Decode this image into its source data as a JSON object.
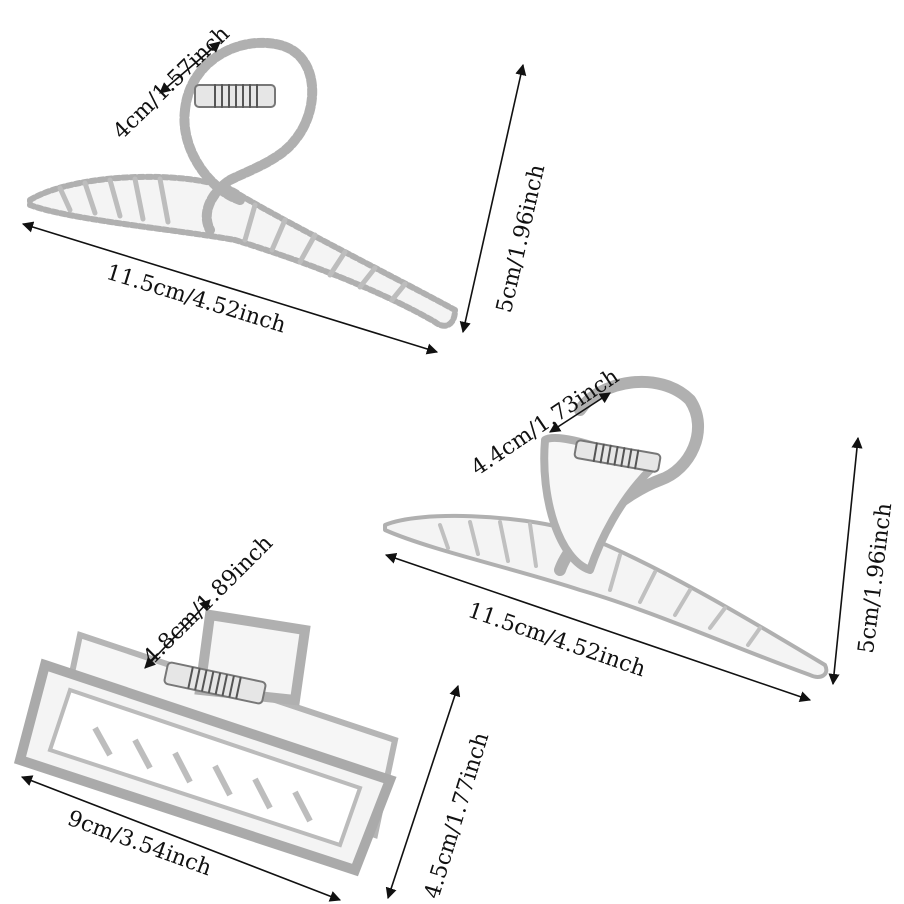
{
  "clips": [
    {
      "style": "twisted",
      "dimensions": {
        "width": "4cm/1.57inch",
        "length": "11.5cm/4.52inch",
        "height": "5cm/1.96inch"
      }
    },
    {
      "style": "smooth",
      "dimensions": {
        "width": "4.4cm/1.73inch",
        "length": "11.5cm/4.52inch",
        "height": "5cm/1.96inch"
      }
    },
    {
      "style": "rectangular",
      "dimensions": {
        "width": "4.8cm/1.89inch",
        "length": "9cm/3.54inch",
        "height": "4.5cm/1.77inch"
      }
    }
  ],
  "colors": {
    "metal_fill": "#f2f2f2",
    "metal_stroke": "#b3b3b3",
    "metal_shade": "#d8d8d8",
    "dimension_line": "#111111"
  }
}
